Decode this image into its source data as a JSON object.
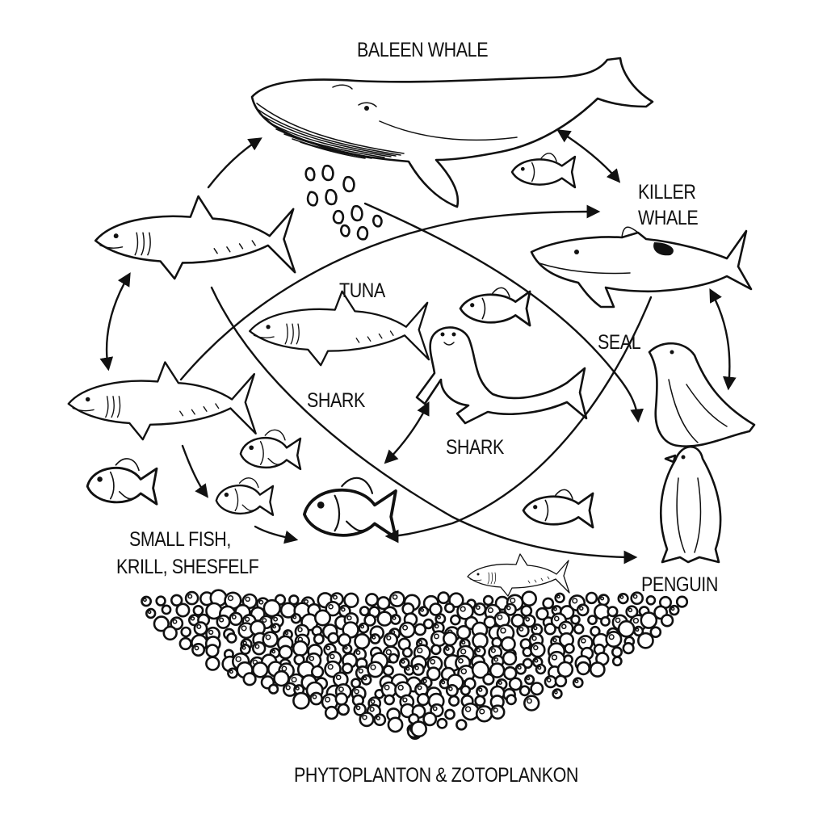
{
  "labels": {
    "baleen_whale": "BALEEN WHALE",
    "killer_whale_1": "KILLER",
    "killer_whale_2": "WHALE",
    "tuna": "TUNA",
    "seal": "SEAL",
    "shark_1": "SHARK",
    "shark_2": "SHARK",
    "small_fish_1": "SMALL FISH,",
    "small_fish_2": "KRILL, SHESFELF",
    "penguin": "PENGUIN",
    "plankton": "PHYTOPLANTON & ZOTOPLANKON"
  },
  "colors": {
    "ink": "#111111",
    "paper": "#ffffff"
  }
}
